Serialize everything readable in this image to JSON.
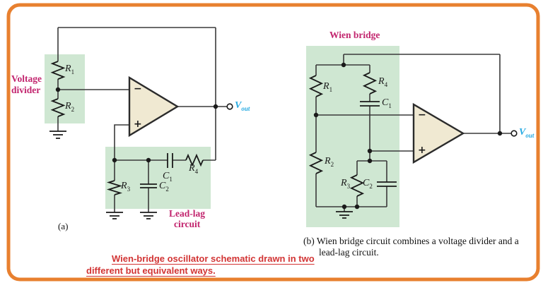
{
  "colors": {
    "border_orange": "#e8802f",
    "highlight_green": "#cfe7d2",
    "label_magenta": "#c2256e",
    "vout_cyan": "#29abe2",
    "caption_red": "#d23434",
    "opamp_fill": "#f0e9d2",
    "wire": "#3a3a3a"
  },
  "circuit_a": {
    "panel_label": "(a)",
    "region_labels": {
      "voltage_divider_line1": "Voltage",
      "voltage_divider_line2": "divider",
      "lead_lag_line1": "Lead-lag",
      "lead_lag_line2": "circuit"
    },
    "components": {
      "r1": {
        "sym": "R",
        "sub": "1"
      },
      "r2": {
        "sym": "R",
        "sub": "2"
      },
      "r3": {
        "sym": "R",
        "sub": "3"
      },
      "r4": {
        "sym": "R",
        "sub": "4"
      },
      "c1": {
        "sym": "C",
        "sub": "1"
      },
      "c2": {
        "sym": "C",
        "sub": "2"
      }
    },
    "opamp": {
      "minus": "−",
      "plus": "+"
    },
    "vout": {
      "sym": "V",
      "sub": "out"
    }
  },
  "circuit_b": {
    "region_labels": {
      "wien_bridge": "Wien bridge"
    },
    "components": {
      "r1": {
        "sym": "R",
        "sub": "1"
      },
      "r2": {
        "sym": "R",
        "sub": "2"
      },
      "r3": {
        "sym": "R",
        "sub": "3"
      },
      "r4": {
        "sym": "R",
        "sub": "4"
      },
      "c1": {
        "sym": "C",
        "sub": "1"
      },
      "c2": {
        "sym": "C",
        "sub": "2"
      }
    },
    "opamp": {
      "minus": "−",
      "plus": "+"
    },
    "vout": {
      "sym": "V",
      "sub": "out"
    },
    "caption_line1": "(b) Wien bridge circuit combines a voltage divider and a",
    "caption_line2": "lead-lag circuit."
  },
  "caption_red": {
    "line1": "Wien-bridge oscillator schematic drawn in two",
    "line2": "different but equivalent ways."
  }
}
